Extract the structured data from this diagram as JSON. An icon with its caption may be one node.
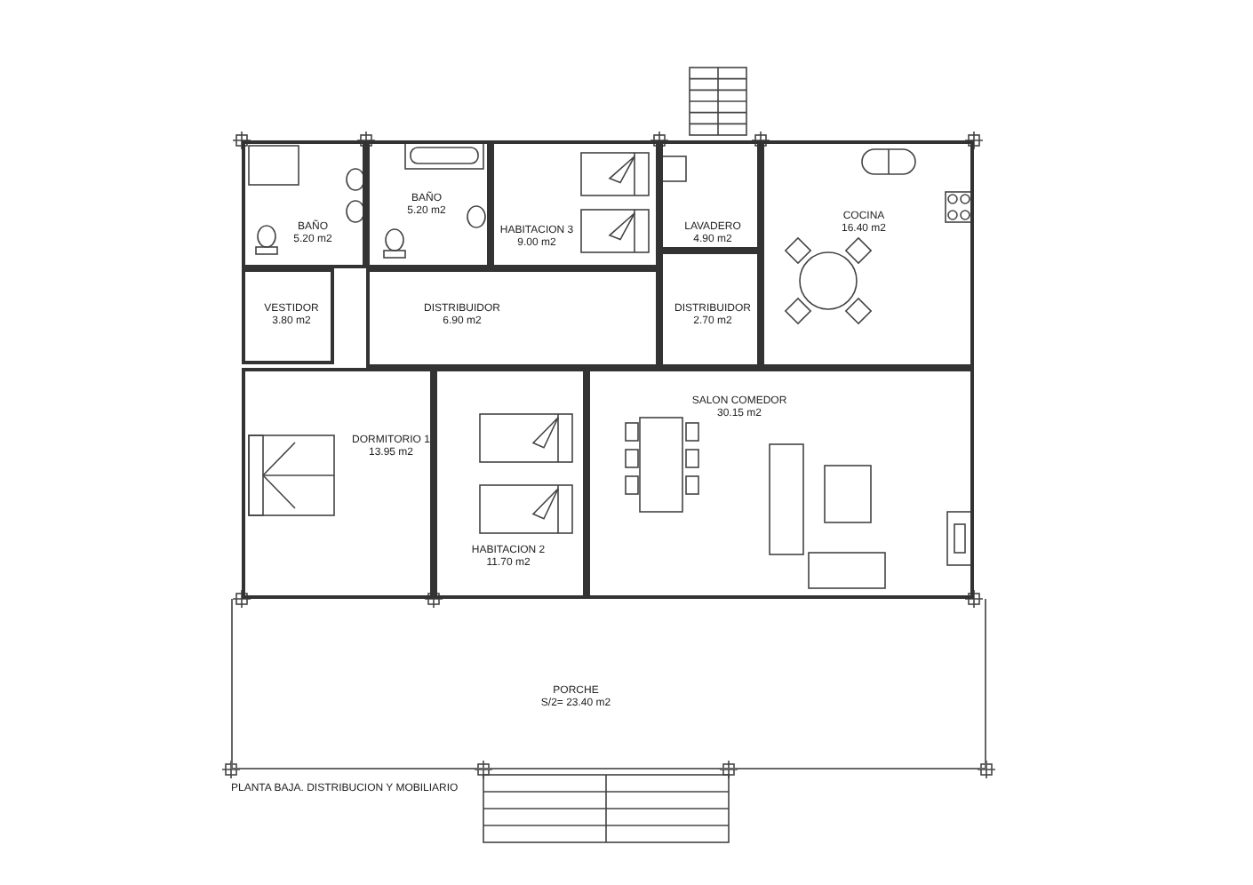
{
  "diagram": {
    "caption": "PLANTA BAJA. DISTRIBUCION Y MOBILIARIO",
    "nodes": [
      {
        "text": [
          "BAÑO",
          "5.20 m2"
        ]
      },
      {
        "text": [
          "VESTIDOR",
          "3.80 m2"
        ]
      },
      {
        "text": [
          "BAÑO",
          "5.20 m2"
        ]
      },
      {
        "text": [
          "DISTRIBUIDOR",
          "6.90 m2"
        ]
      },
      {
        "text": [
          "HABITACION 3",
          "9.00 m2"
        ]
      },
      {
        "text": [
          "LAVADERO",
          "4.90 m2"
        ]
      },
      {
        "text": [
          "DISTRIBUIDOR",
          "2.70 m2"
        ]
      },
      {
        "text": [
          "COCINA",
          "16.40 m2"
        ]
      },
      {
        "text": [
          "DORMITORIO 1",
          "13.95 m2"
        ]
      },
      {
        "text": [
          "HABITACION 2",
          "11.70 m2"
        ]
      },
      {
        "text": [
          "SALON COMEDOR",
          "30.15 m2"
        ]
      },
      {
        "text": [
          "PORCHE",
          "S/2= 23.40 m2"
        ]
      }
    ]
  }
}
